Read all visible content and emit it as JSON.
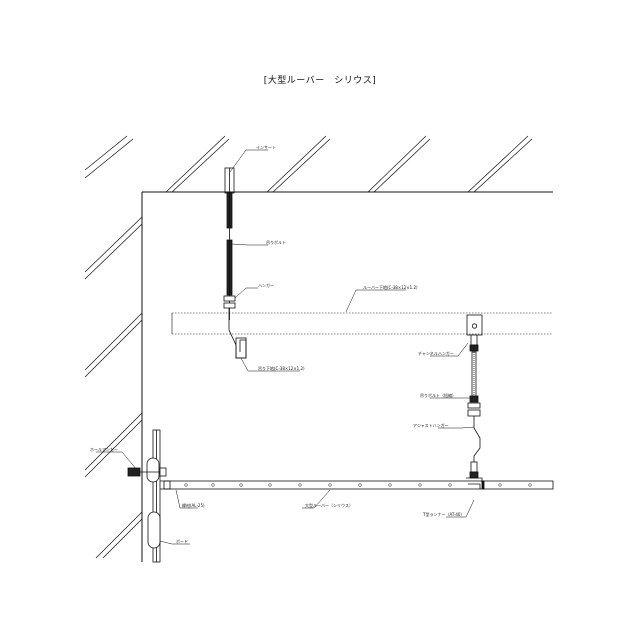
{
  "title": "[大型ルーバー　シリウス]",
  "labels": {
    "insert": "インサート",
    "hanging_bolt": "吊りボルト",
    "hanger": "ハンガー",
    "louver_receiver": "ルーバー下地(C-38×12×1.2)",
    "hanging_receiver": "吊り下地(C-38×12×1.2)",
    "channel_hanger": "チャンネルハンガー",
    "hanging_bolt_short": "吊りボルト（短縮）",
    "adjust_hanger": "アジャストハンガー",
    "t_runner": "T型ランナー（AT-40）",
    "large_louver": "大型ルーバー（シリウス）",
    "edge_material": "縁材(AL-25)",
    "pull_bolt": "ホールアンカー",
    "board": "ボード"
  }
}
